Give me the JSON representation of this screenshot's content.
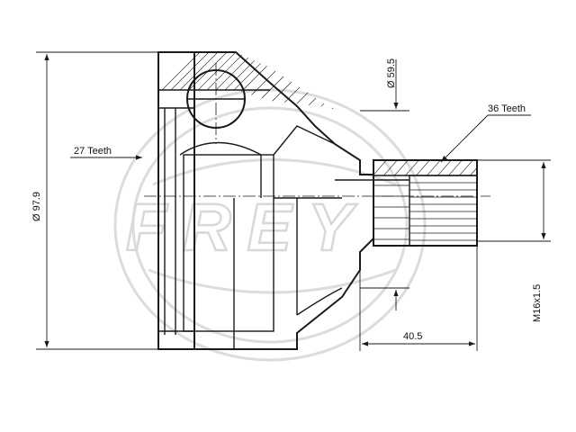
{
  "diagram": {
    "dimensions": {
      "overall_diameter": "Ø 97.9",
      "bore_diameter": "Ø 59.5",
      "shaft_length": "40.5",
      "thread": "M16x1.5"
    },
    "callouts": {
      "inner_teeth": "27 Teeth",
      "outer_teeth": "36 Teeth"
    },
    "watermark": "FREY",
    "colors": {
      "line": "#1a1a1a",
      "watermark": "#d8d8d8",
      "background": "#ffffff"
    }
  }
}
